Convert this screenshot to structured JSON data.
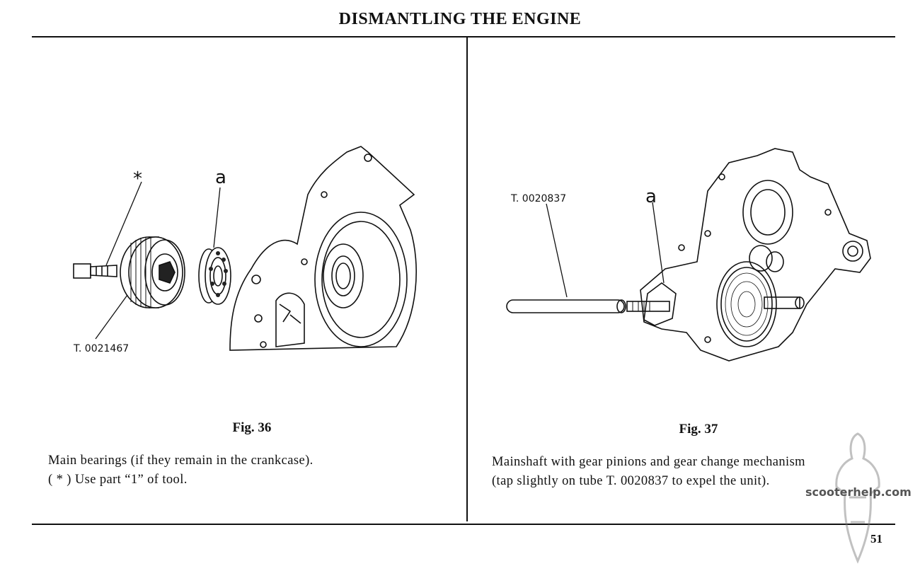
{
  "page": {
    "title": "DISMANTLING THE ENGINE",
    "page_number": "51"
  },
  "figures": [
    {
      "title": "Fig. 36",
      "labels": {
        "asterisk": "*",
        "callout": "a",
        "tool": "T. 0021467"
      },
      "caption_lines": [
        "Main bearings (if they remain in the crankcase).",
        "( * ) Use part “1” of tool."
      ]
    },
    {
      "title": "Fig. 37",
      "labels": {
        "tool": "T. 0020837",
        "callout": "a"
      },
      "caption_lines": [
        "Mainshaft with gear pinions and gear change mechanism",
        "(tap slightly on tube T. 0020837 to expel the unit)."
      ]
    }
  ],
  "watermark": {
    "text": "scooterhelp.com"
  }
}
